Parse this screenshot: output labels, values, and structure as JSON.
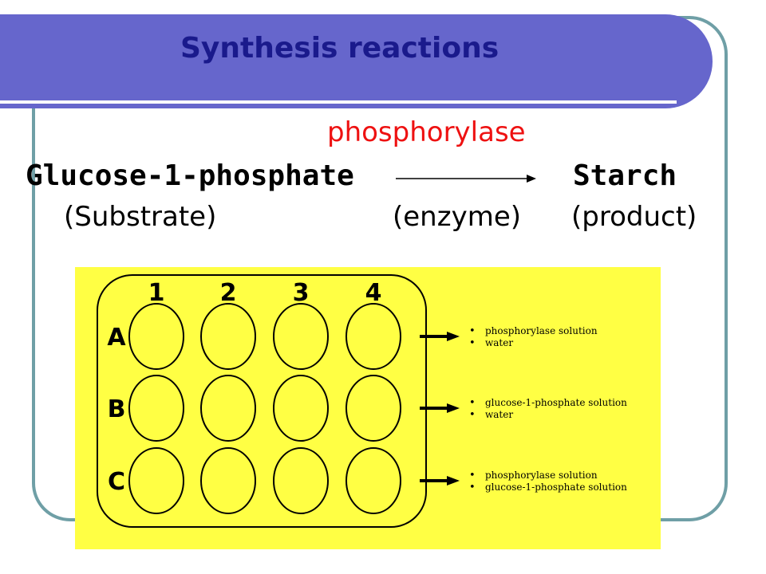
{
  "title": "Synthesis reactions",
  "reaction": {
    "enzyme_name": "phosphorylase",
    "substrate": "Glucose-1-phosphate",
    "product": "Starch",
    "substrate_role": "(Substrate)",
    "enzyme_role": "(enzyme)",
    "product_role": "(product)"
  },
  "plate": {
    "columns": [
      "1",
      "2",
      "3",
      "4"
    ],
    "rows": [
      {
        "label": "A",
        "contents": [
          "phosphorylase solution",
          "water"
        ]
      },
      {
        "label": "B",
        "contents": [
          "glucose-1-phosphate solution",
          "water"
        ]
      },
      {
        "label": "C",
        "contents": [
          "phosphorylase solution",
          "glucose-1-phosphate solution"
        ]
      }
    ]
  },
  "colors": {
    "title_bar": "#6666cc",
    "title_text": "#1a1a8c",
    "enzyme_text": "#ee1111",
    "frame_border": "#6f9fa6",
    "figure_background": "#ffff44"
  }
}
